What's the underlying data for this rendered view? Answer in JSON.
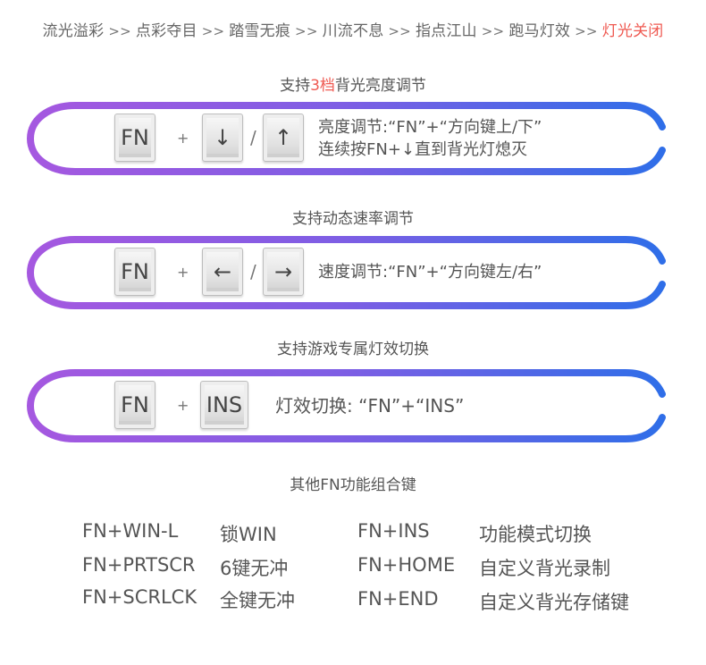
{
  "effects_nav": {
    "items": [
      "流光溢彩",
      "点彩夺目",
      "踏雪无痕",
      "川流不息",
      "指点江山",
      "跑马灯效",
      "灯光关闭"
    ],
    "separator": ">>"
  },
  "section1": {
    "title_prefix": "支持",
    "title_highlight": "3档",
    "title_suffix": "背光亮度调节",
    "key_fn": "FN",
    "plus": "+",
    "slash": "/",
    "key_down": "↓",
    "key_up": "↑",
    "desc_line1": "亮度调节:“FN”+“方向键上/下”",
    "desc_line2": "连续按FN+↓直到背光灯熄灭"
  },
  "section2": {
    "title": "支持动态速率调节",
    "key_fn": "FN",
    "plus": "+",
    "slash": "/",
    "key_left": "←",
    "key_right": "→",
    "desc": "速度调节:“FN”+“方向键左/右”"
  },
  "section3": {
    "title": "支持游戏专属灯效切换",
    "key_fn": "FN",
    "plus": "+",
    "key_ins": "INS",
    "desc": "灯效切换:  “FN”+“INS”"
  },
  "combos": {
    "title": "其他FN功能组合键",
    "left": [
      {
        "keys": "FN+WIN-L",
        "label": "锁WIN"
      },
      {
        "keys": "FN+PRTSCR",
        "label": "6键无冲"
      },
      {
        "keys": "FN+SCRLCK",
        "label": "全键无冲"
      }
    ],
    "right": [
      {
        "keys": "FN+INS",
        "label": "功能模式切换"
      },
      {
        "keys": "FN+HOME",
        "label": "自定义背光录制"
      },
      {
        "keys": "FN+END",
        "label": "自定义背光存储键"
      }
    ]
  },
  "colors": {
    "accent_red": "#ef5a52",
    "gradient_purple": "#a558e0",
    "gradient_blue": "#2f6ee8"
  }
}
